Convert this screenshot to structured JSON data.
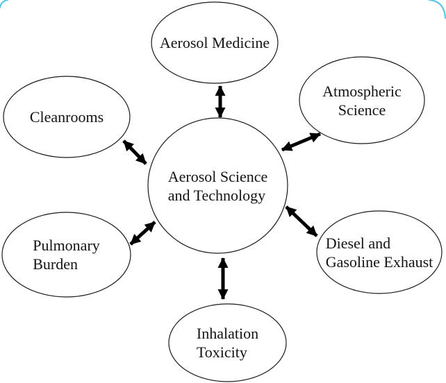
{
  "diagram": {
    "type": "concept-map",
    "colors": {
      "background": "#ffffff",
      "node_stroke": "#1a1a1a",
      "arrow": "#000000",
      "text": "#131313",
      "page_corner_accent": "#5bc6e7"
    },
    "center_node": {
      "id": "aerosol-science-and-technology",
      "line1": "Aerosol Science",
      "line2": "and Technology"
    },
    "nodes": {
      "aerosol_medicine": {
        "id": "aerosol-medicine",
        "line1": "Aerosol Medicine"
      },
      "atmospheric_science": {
        "id": "atmospheric-science",
        "line1": "Atmospheric",
        "line2": "Science"
      },
      "cleanrooms": {
        "id": "cleanrooms",
        "line1": "Cleanrooms"
      },
      "pulmonary_burden": {
        "id": "pulmonary-burden",
        "line1": "Pulmonary",
        "line2": "Burden"
      },
      "diesel_exhaust": {
        "id": "diesel-gasoline-exhaust",
        "line1": "Diesel and",
        "line2": "Gasoline Exhaust"
      },
      "inhalation_toxicity": {
        "id": "inhalation-toxicity",
        "line1": "Inhalation",
        "line2": "Toxicity"
      }
    },
    "edges": [
      {
        "from": "aerosol-science-and-technology",
        "to": "aerosol-medicine",
        "bidirectional": true
      },
      {
        "from": "aerosol-science-and-technology",
        "to": "atmospheric-science",
        "bidirectional": true
      },
      {
        "from": "aerosol-science-and-technology",
        "to": "cleanrooms",
        "bidirectional": true
      },
      {
        "from": "aerosol-science-and-technology",
        "to": "pulmonary-burden",
        "bidirectional": true
      },
      {
        "from": "aerosol-science-and-technology",
        "to": "diesel-gasoline-exhaust",
        "bidirectional": true
      },
      {
        "from": "aerosol-science-and-technology",
        "to": "inhalation-toxicity",
        "bidirectional": true
      }
    ]
  }
}
